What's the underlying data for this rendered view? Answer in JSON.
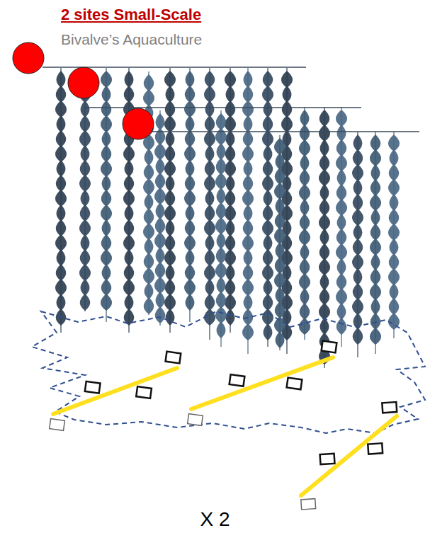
{
  "diagram": {
    "title": "2 sites Small-Scale",
    "labels": [
      "Bivalve’s Aquaculture",
      "X 2"
    ]
  }
}
